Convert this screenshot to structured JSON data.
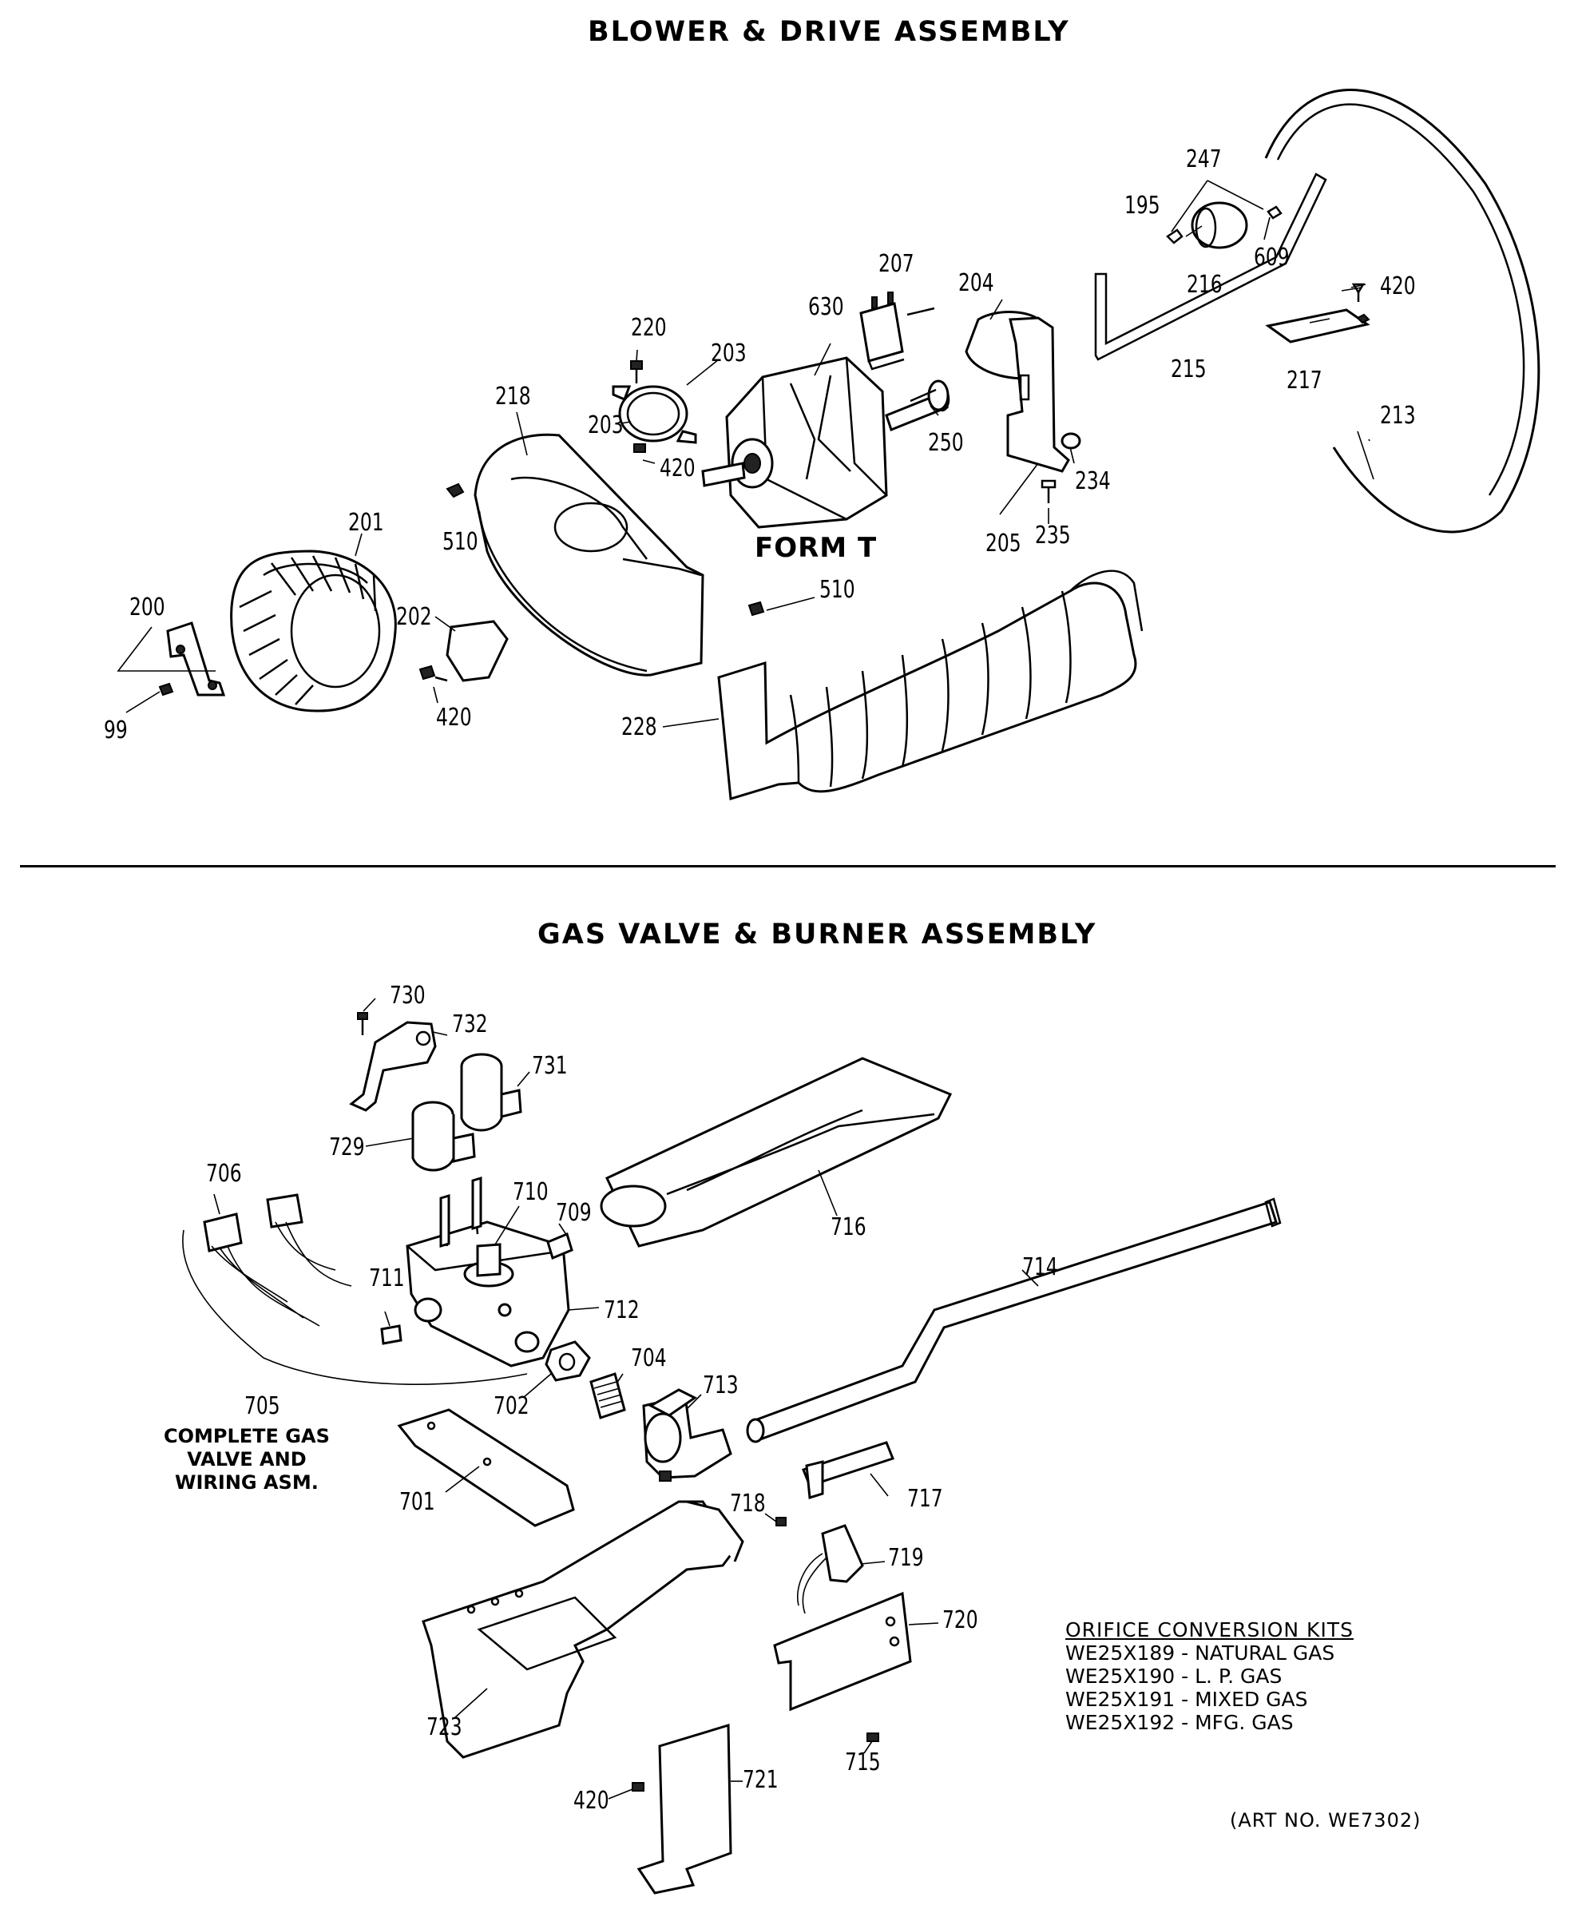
{
  "titles": {
    "blower": "BLOWER & DRIVE ASSEMBLY",
    "gas": "GAS VALVE & BURNER ASSEMBLY"
  },
  "form_label": "FORM T",
  "callouts": {
    "blower": [
      {
        "id": "c247",
        "text": "247"
      },
      {
        "id": "c195",
        "text": "195"
      },
      {
        "id": "c609",
        "text": "609"
      },
      {
        "id": "c216",
        "text": "216"
      },
      {
        "id": "c420a",
        "text": "420"
      },
      {
        "id": "c207",
        "text": "207"
      },
      {
        "id": "c204",
        "text": "204"
      },
      {
        "id": "c630",
        "text": "630"
      },
      {
        "id": "c220",
        "text": "220"
      },
      {
        "id": "c203a",
        "text": "203"
      },
      {
        "id": "c215",
        "text": "215"
      },
      {
        "id": "c217",
        "text": "217"
      },
      {
        "id": "c213",
        "text": "213"
      },
      {
        "id": "c218",
        "text": "218"
      },
      {
        "id": "c203b",
        "text": "203"
      },
      {
        "id": "c250",
        "text": "250"
      },
      {
        "id": "c420b",
        "text": "420"
      },
      {
        "id": "c234",
        "text": "234"
      },
      {
        "id": "c510a",
        "text": "510"
      },
      {
        "id": "c235",
        "text": "235"
      },
      {
        "id": "c205",
        "text": "205"
      },
      {
        "id": "c201",
        "text": "201"
      },
      {
        "id": "c510b",
        "text": "510"
      },
      {
        "id": "c200",
        "text": "200"
      },
      {
        "id": "c202",
        "text": "202"
      },
      {
        "id": "c420c",
        "text": "420"
      },
      {
        "id": "c228",
        "text": "228"
      },
      {
        "id": "c99",
        "text": "99"
      }
    ],
    "gas": [
      {
        "id": "c730",
        "text": "730"
      },
      {
        "id": "c732",
        "text": "732"
      },
      {
        "id": "c731",
        "text": "731"
      },
      {
        "id": "c729",
        "text": "729"
      },
      {
        "id": "c706",
        "text": "706"
      },
      {
        "id": "c710",
        "text": "710"
      },
      {
        "id": "c709",
        "text": "709"
      },
      {
        "id": "c716",
        "text": "716"
      },
      {
        "id": "c714",
        "text": "714"
      },
      {
        "id": "c711",
        "text": "711"
      },
      {
        "id": "c712",
        "text": "712"
      },
      {
        "id": "c704",
        "text": "704"
      },
      {
        "id": "c713",
        "text": "713"
      },
      {
        "id": "c702",
        "text": "702"
      },
      {
        "id": "c705",
        "text": "705"
      },
      {
        "id": "c701",
        "text": "701"
      },
      {
        "id": "c717",
        "text": "717"
      },
      {
        "id": "c718",
        "text": "718"
      },
      {
        "id": "c719",
        "text": "719"
      },
      {
        "id": "c720",
        "text": "720"
      },
      {
        "id": "c723",
        "text": "723"
      },
      {
        "id": "c715",
        "text": "715"
      },
      {
        "id": "c420d",
        "text": "420"
      },
      {
        "id": "c721",
        "text": "721"
      }
    ]
  },
  "note_705": [
    "COMPLETE GAS",
    "VALVE AND",
    "WIRING ASM."
  ],
  "orifice_kits": {
    "heading": "ORIFICE CONVERSION KITS",
    "items": [
      "WE25X189 - NATURAL GAS",
      "WE25X190 - L. P. GAS",
      "WE25X191 - MIXED GAS",
      "WE25X192 - MFG. GAS"
    ]
  },
  "art_no": "(ART NO. WE7302)"
}
